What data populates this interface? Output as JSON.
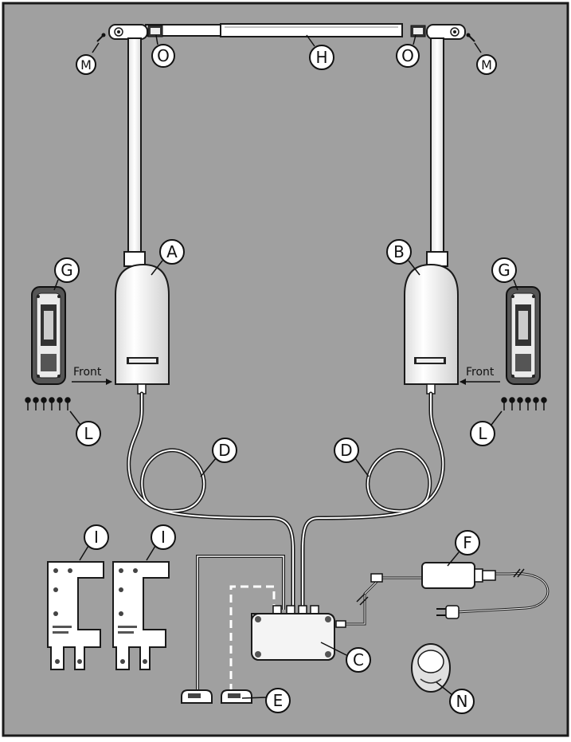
{
  "labels": {
    "A": "A",
    "B": "B",
    "C": "C",
    "D": "D",
    "E": "E",
    "F": "F",
    "G": "G",
    "H": "H",
    "I": "I",
    "L": "L",
    "M": "M",
    "N": "N",
    "O": "O"
  },
  "front_label": "Front",
  "colors": {
    "background": "#a0a0a0",
    "part_fill": "#ffffff",
    "outline": "#1a1a1a",
    "callout_fill": "#ffffff"
  }
}
